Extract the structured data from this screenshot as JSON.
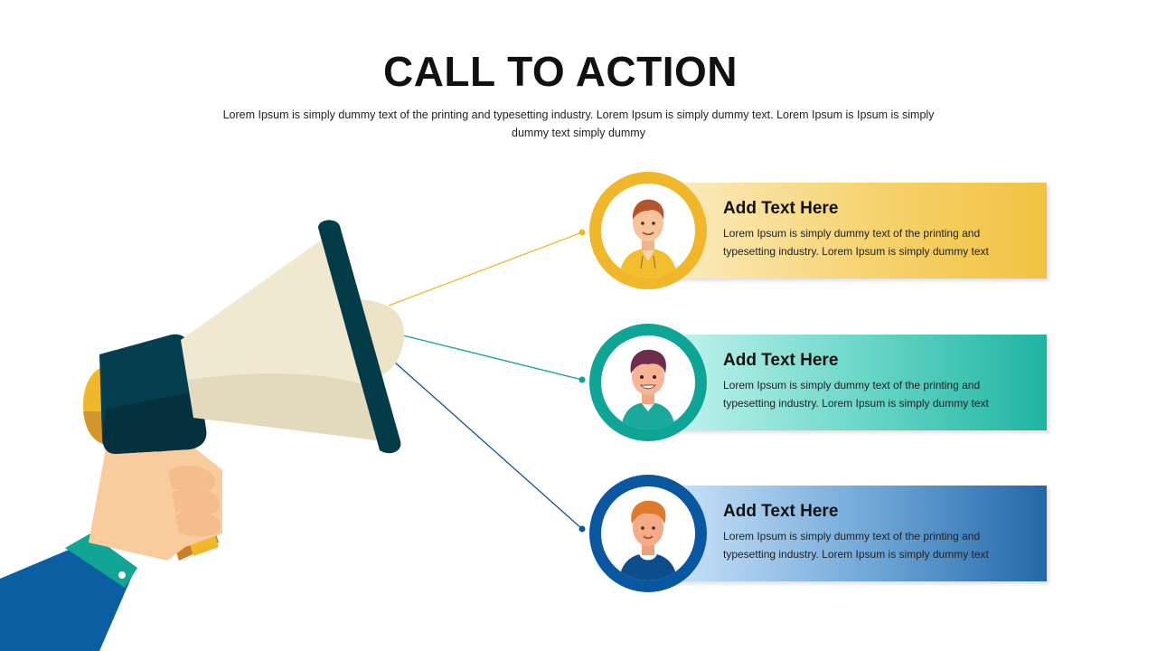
{
  "header": {
    "title": "CALL TO ACTION",
    "subtitle": "Lorem Ipsum is simply  dummy text of the printing and typesetting industry. Lorem Ipsum is simply  dummy text. Lorem Ipsum is Ipsum is simply  dummy text simply  dummy"
  },
  "items": [
    {
      "heading": "Add Text Here",
      "text": "Lorem Ipsum is simply  dummy text of the printing and typesetting industry. Lorem Ipsum is simply  dummy text",
      "color": "#f1b72a",
      "icon": "person-avatar-icon"
    },
    {
      "heading": "Add Text Here",
      "text": "Lorem Ipsum is simply  dummy text of the printing and typesetting industry. Lorem Ipsum is simply  dummy text",
      "color": "#0fa596",
      "icon": "person-avatar-icon"
    },
    {
      "heading": "Add Text Here",
      "text": "Lorem Ipsum is simply  dummy text of the printing and typesetting industry. Lorem Ipsum is simply  dummy text",
      "color": "#0a57a1",
      "icon": "person-avatar-icon"
    }
  ],
  "illustration": {
    "icon": "megaphone-icon"
  }
}
